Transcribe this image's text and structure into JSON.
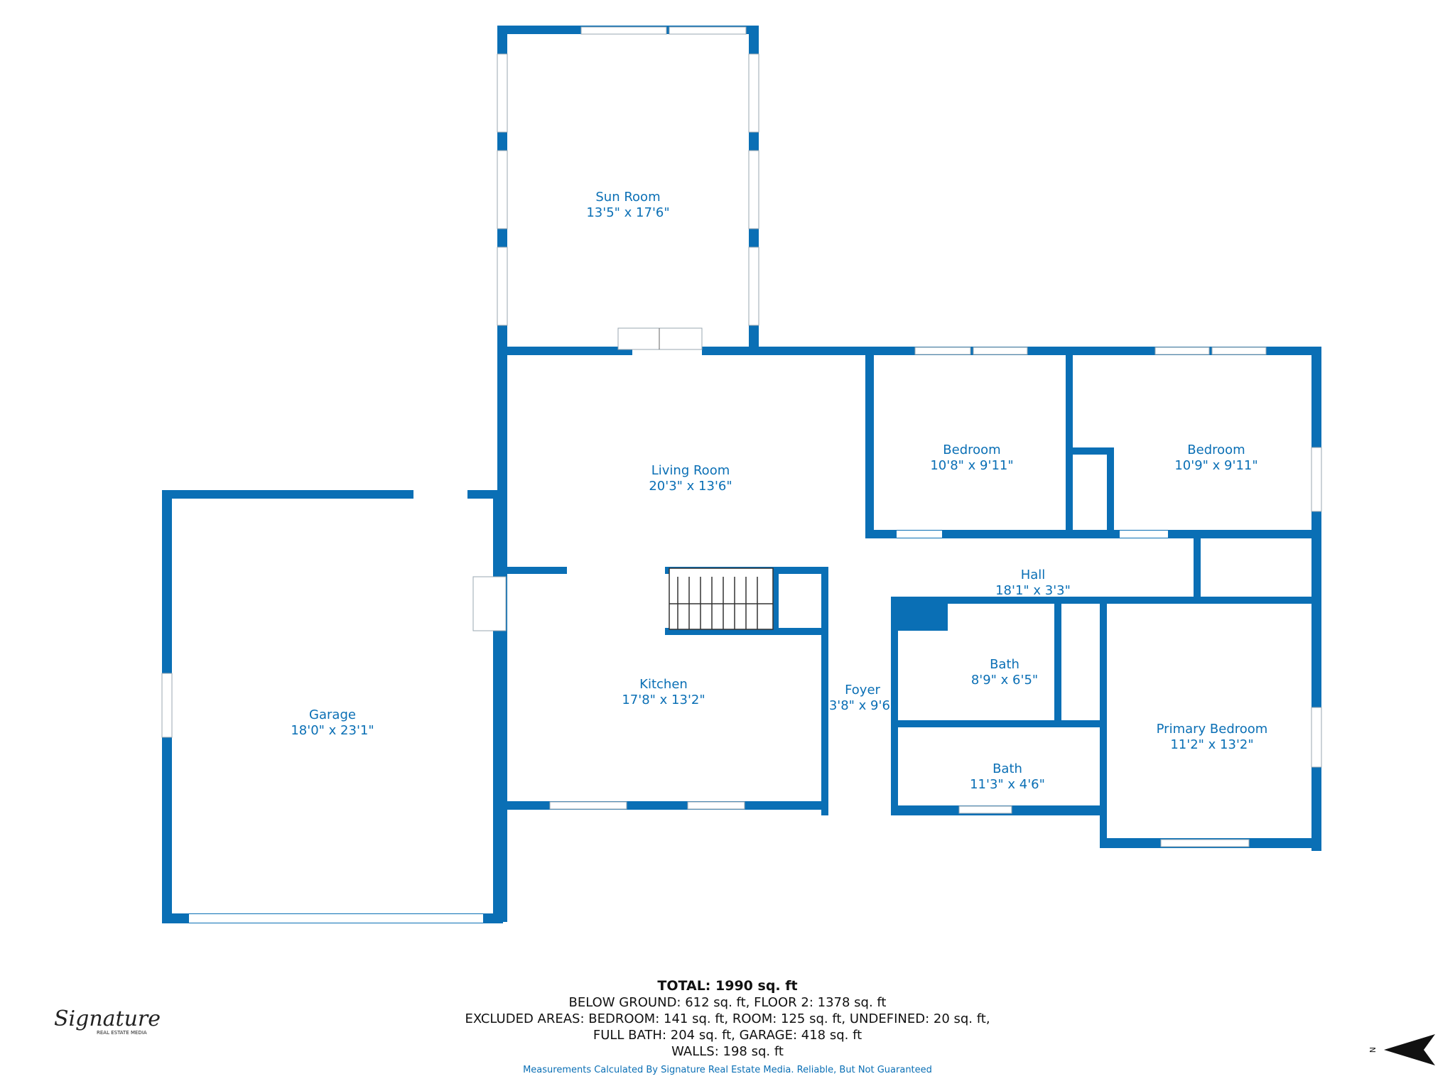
{
  "rooms": {
    "sun_room": {
      "name": "Sun Room",
      "size": "13'5\" x 17'6\""
    },
    "living_room": {
      "name": "Living Room",
      "size": "20'3\" x 13'6\""
    },
    "bedroom_1": {
      "name": "Bedroom",
      "size": "10'8\" x 9'11\""
    },
    "bedroom_2": {
      "name": "Bedroom",
      "size": "10'9\" x 9'11\""
    },
    "hall": {
      "name": "Hall",
      "size": "18'1\" x 3'3\""
    },
    "garage": {
      "name": "Garage",
      "size": "18'0\" x 23'1\""
    },
    "kitchen": {
      "name": "Kitchen",
      "size": "17'8\" x 13'2\""
    },
    "foyer": {
      "name": "Foyer",
      "size": "3'8\" x 9'6\""
    },
    "bath_1": {
      "name": "Bath",
      "size": "8'9\" x 6'5\""
    },
    "bath_2": {
      "name": "Bath",
      "size": "11'3\" x 4'6\""
    },
    "primary_bedroom": {
      "name": "Primary Bedroom",
      "size": "11'2\" x 13'2\""
    }
  },
  "summary": {
    "total": "TOTAL: 1990 sq. ft",
    "line1": "BELOW GROUND: 612 sq. ft, FLOOR 2: 1378 sq. ft",
    "line2": "EXCLUDED AREAS: BEDROOM: 141 sq. ft, ROOM: 125 sq. ft, UNDEFINED: 20 sq. ft,",
    "line3": "FULL BATH: 204 sq. ft, GARAGE: 418 sq. ft",
    "line4": "WALLS: 198 sq. ft"
  },
  "disclaimer": "Measurements Calculated By Signature Real Estate Media. Reliable, But Not Guaranteed",
  "logo": {
    "text": "Signature",
    "subtext": "REAL ESTATE MEDIA"
  },
  "compass": {
    "label": "N",
    "icon": "north-arrow-icon"
  },
  "colors": {
    "wall": "#0a6fb5",
    "text": "#0a6fb5"
  }
}
